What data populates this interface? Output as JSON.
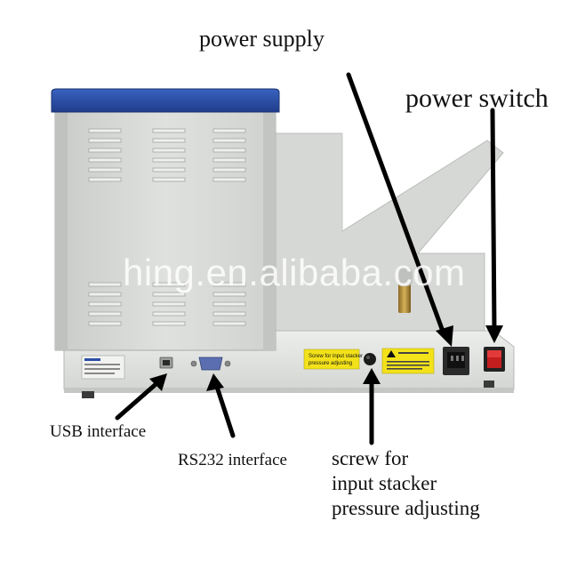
{
  "labels": {
    "power_supply": "power supply",
    "power_switch": "power switch",
    "usb_interface": "USB interface",
    "rs232_interface": "RS232 interface",
    "screw_line1": "screw for",
    "screw_line2": "input stacker",
    "screw_line3": "pressure adjusting"
  },
  "watermark": "hing.en.alibaba.com",
  "stickers": {
    "adjust_line1": "Screw for input stacker",
    "adjust_line2": "pressure adjusting"
  },
  "colors": {
    "lid": "#2b4fa8",
    "body": "#d9dbd8",
    "base": "#e6e8e5",
    "sticker": "#f3e21a",
    "arrow": "#000000"
  },
  "icons": {
    "arrow": "callout-arrow-icon",
    "warning": "warning-triangle-icon"
  }
}
